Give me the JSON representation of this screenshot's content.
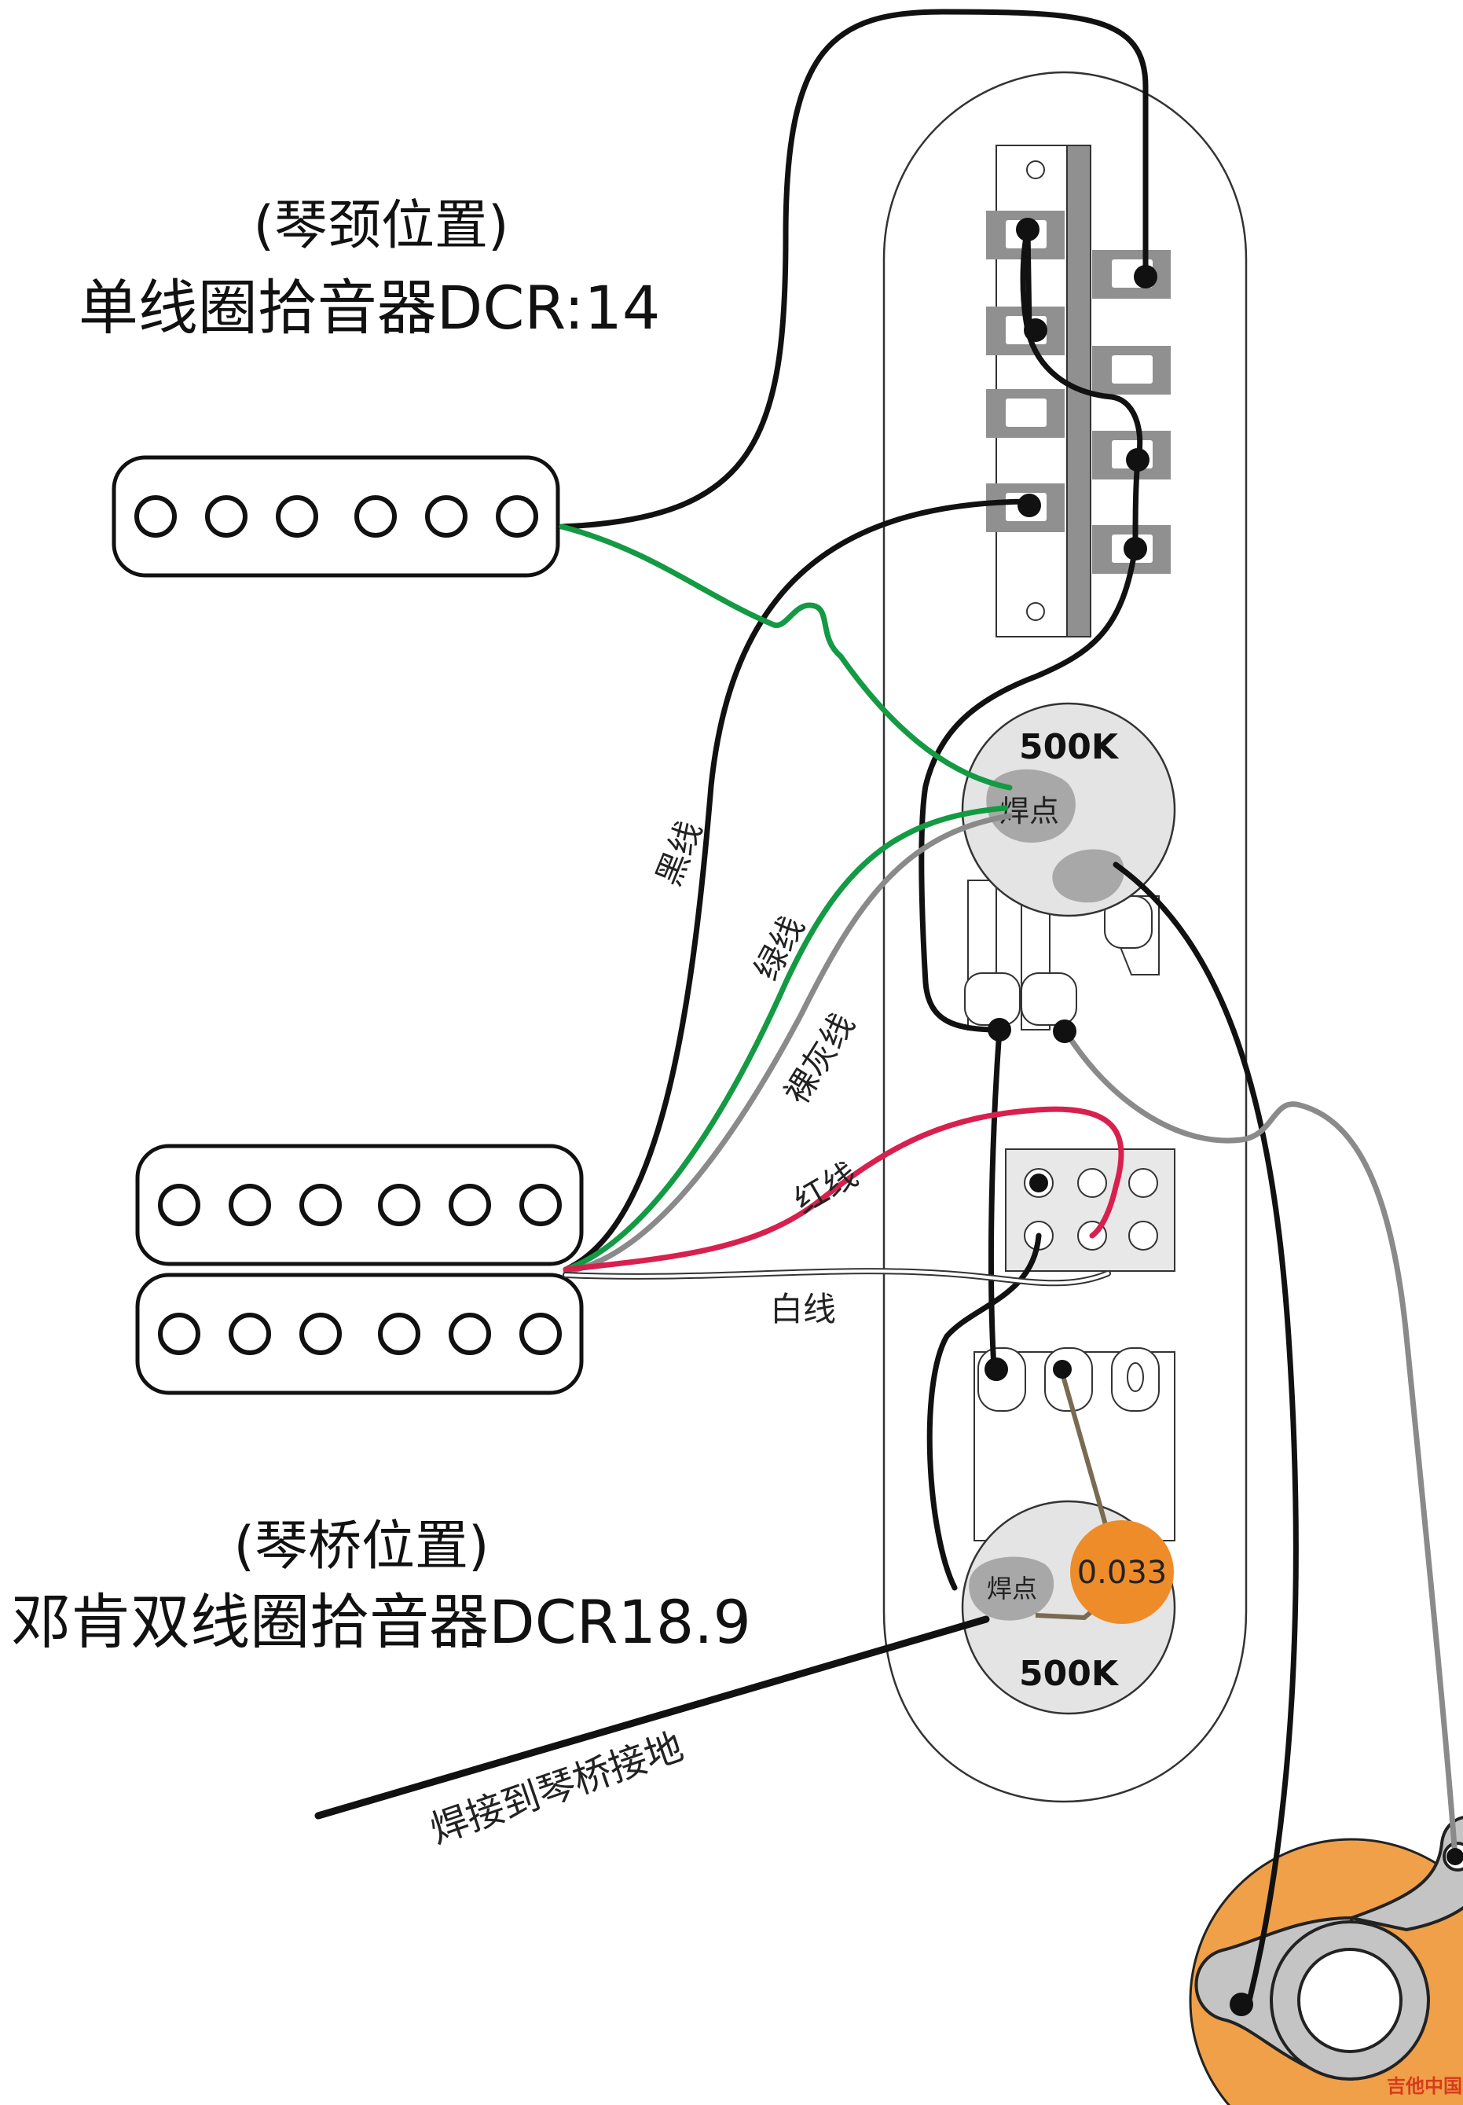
{
  "neck_pickup": {
    "position_label": "(琴颈位置)",
    "name_label": "单线圈拾音器DCR:14"
  },
  "bridge_pickup": {
    "position_label": "(琴桥位置)",
    "name_label": "邓肯双线圈拾音器DCR18.9"
  },
  "volume_pot": {
    "value_label": "500K",
    "solder_label": "焊点"
  },
  "tone_pot": {
    "value_label": "500K",
    "solder_label": "焊点"
  },
  "capacitor": {
    "value_label": "0.033"
  },
  "wire_labels": {
    "black": "黑线",
    "green": "绿线",
    "bare_gray": "裸灰线",
    "red": "红线",
    "white": "白线"
  },
  "ground_label": "焊接到琴桥接地",
  "watermark": "吉他中国",
  "colors": {
    "black_wire": "#111111",
    "green_wire": "#139a43",
    "gray_wire": "#8a8a8a",
    "red_wire": "#d8204e",
    "pot_body": "#e4e4e4",
    "solder": "#a8a8a8",
    "capacitor": "#ee8c2a",
    "jack": "#f0a048"
  }
}
